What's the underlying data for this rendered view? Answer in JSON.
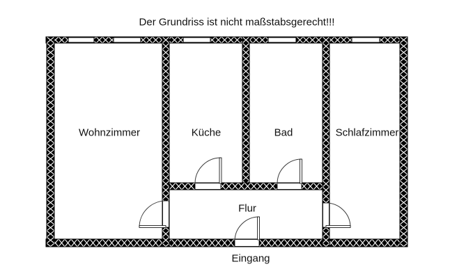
{
  "title": "Der Grundriss ist nicht maßstabsgerecht!!!",
  "rooms": {
    "wohnzimmer": {
      "label": "Wohnzimmer"
    },
    "kueche": {
      "label": "Küche"
    },
    "bad": {
      "label": "Bad"
    },
    "schlafzimmer": {
      "label": "Schlafzimmer"
    },
    "flur": {
      "label": "Flur"
    }
  },
  "entrance": {
    "label": "Eingang"
  },
  "colors": {
    "background": "#ffffff",
    "wall": "#000000",
    "wall_hatch": "#ffffff",
    "door_line": "#3c3c3c",
    "text": "#111111"
  }
}
